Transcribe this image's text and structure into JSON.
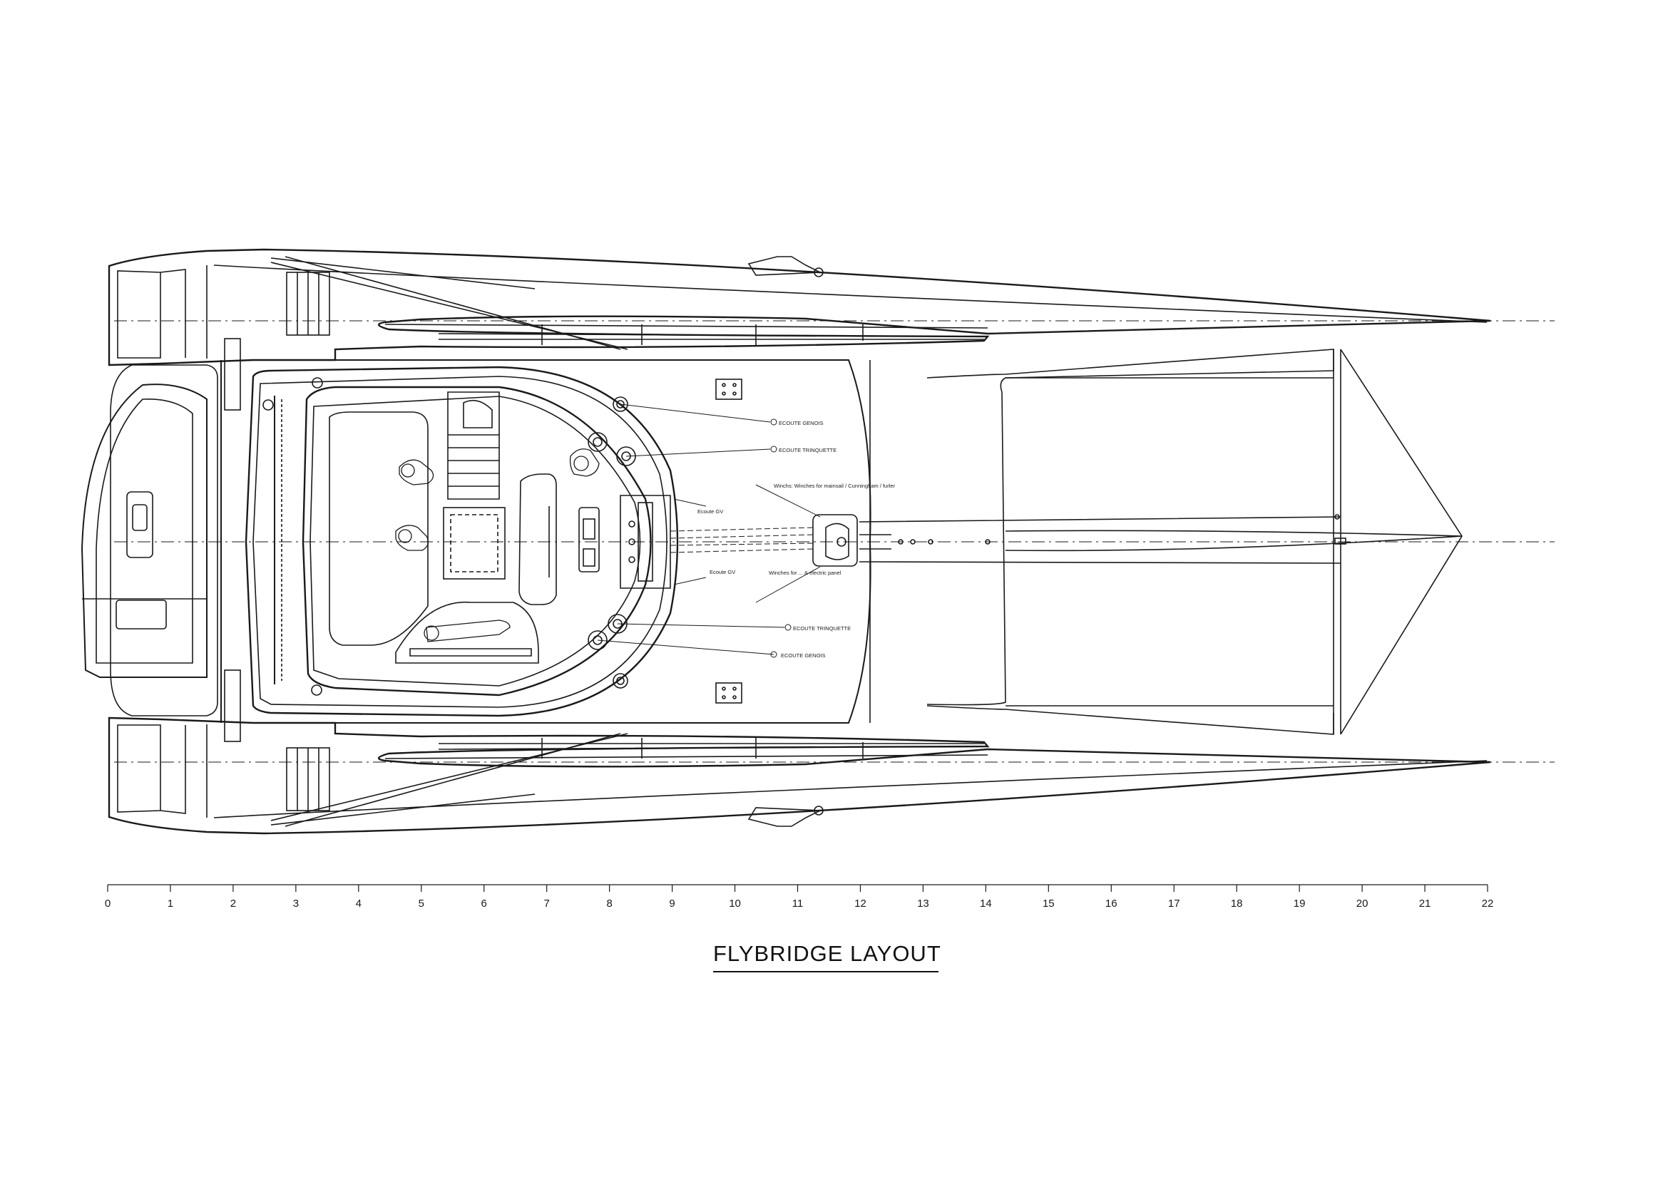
{
  "drawing": {
    "title": "FLYBRIDGE LAYOUT",
    "line_color": "#1a1a1a",
    "scale": {
      "min": 0,
      "max": 22,
      "labels": [
        "0",
        "1",
        "2",
        "3",
        "4",
        "5",
        "6",
        "7",
        "8",
        "9",
        "10",
        "11",
        "12",
        "13",
        "14",
        "15",
        "16",
        "17",
        "18",
        "19",
        "20",
        "21",
        "22"
      ]
    },
    "annotations": {
      "port_bow_sheet": "ECOUTE GENOIS",
      "port_trinquette_sheet": "ECOUTE TRINQUETTE",
      "port_wind_note": "Winchs: Winches for mainsail / Cunningham / furler",
      "port_cv_top": "Ecoute GV",
      "port_cv_bottom": "Ecoute GV",
      "stbd_note": "Winches for ... & electric panel",
      "stbd_trinquette_sheet": "ECOUTE TRINQUETTE",
      "stbd_bow_sheet": "ECOUTE GENOIS"
    }
  }
}
